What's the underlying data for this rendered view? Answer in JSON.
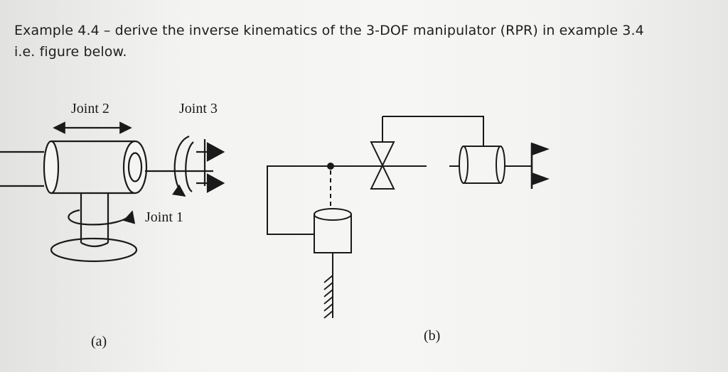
{
  "prompt": {
    "line1": "Example 4.4 – derive the inverse kinematics of the 3-DOF manipulator (RPR) in example 3.4",
    "line2": "i.e. figure below."
  },
  "figure_a": {
    "joint2_label": "Joint 2",
    "joint3_label": "Joint 3",
    "joint1_label": "Joint 1",
    "caption": "(a)"
  },
  "figure_b": {
    "caption": "(b)"
  }
}
